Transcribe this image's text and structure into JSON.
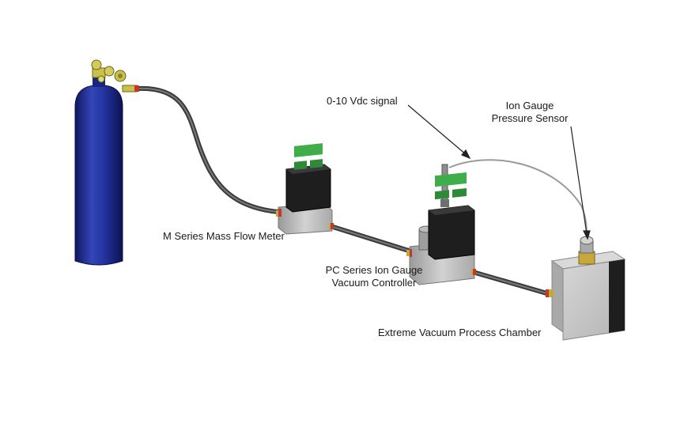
{
  "labels": {
    "signal": "0-10 Vdc signal",
    "ion_gauge_sensor": [
      "Ion Gauge",
      "Pressure Sensor"
    ],
    "mass_flow_meter": "M Series Mass Flow Meter",
    "pc_controller": [
      "PC Series Ion Gauge",
      "Vacuum Controller"
    ],
    "chamber": "Extreme Vacuum Process Chamber"
  },
  "colors": {
    "cylinder": "#1e2a8c",
    "valve": "#c9c24a",
    "tubing": "#444444",
    "fitting": "#c8a83a",
    "device_body": "#222222",
    "device_screen": "#3fae4a",
    "base_block": "#b5b5b5",
    "chamber": "#bdbdbd",
    "accent_red": "#c0392b"
  }
}
